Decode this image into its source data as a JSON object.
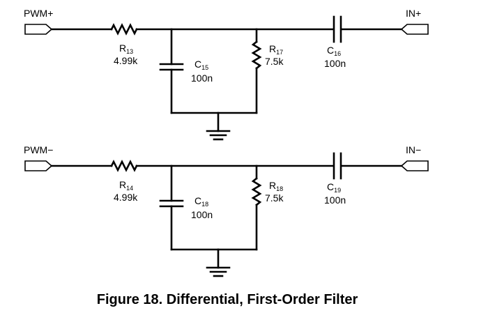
{
  "figure_caption": "Figure 18. Differential, First-Order Filter",
  "channels": [
    {
      "input_port": "PWM+",
      "output_port": "IN+",
      "series_resistor": {
        "ref": "R",
        "num": "13",
        "value": "4.99k"
      },
      "shunt_capacitor": {
        "ref": "C",
        "num": "15",
        "value": "100n"
      },
      "shunt_resistor": {
        "ref": "R",
        "num": "17",
        "value": "7.5k"
      },
      "coupling_capacitor": {
        "ref": "C",
        "num": "16",
        "value": "100n"
      }
    },
    {
      "input_port": "PWM−",
      "output_port": "IN−",
      "series_resistor": {
        "ref": "R",
        "num": "14",
        "value": "4.99k"
      },
      "shunt_capacitor": {
        "ref": "C",
        "num": "18",
        "value": "100n"
      },
      "shunt_resistor": {
        "ref": "R",
        "num": "18",
        "value": "7.5k"
      },
      "coupling_capacitor": {
        "ref": "C",
        "num": "19",
        "value": "100n"
      }
    }
  ]
}
